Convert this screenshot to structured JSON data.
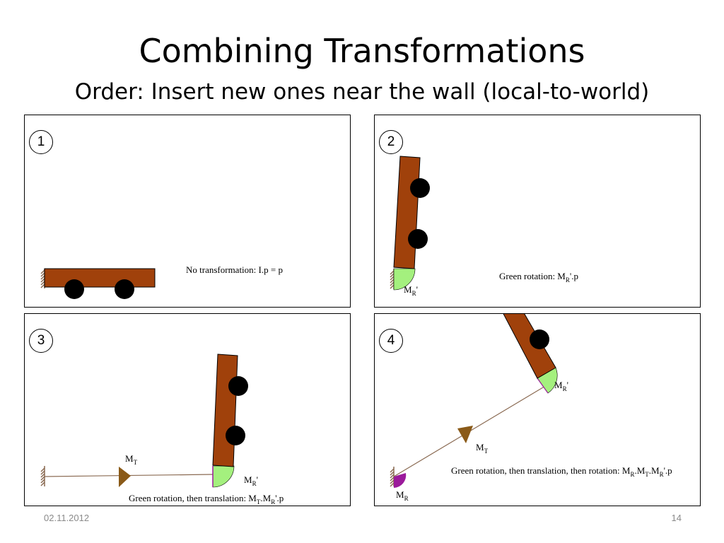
{
  "slide": {
    "title": "Combining Transformations",
    "subtitle": "Order: Insert new ones near the wall (local-to-world)",
    "date": "02.11.2012",
    "page_number": "14"
  },
  "colors": {
    "cart": "#a0410b",
    "wheel": "#000000",
    "green_rotation": "#a4f07e",
    "purple_rotation": "#9b1a9b",
    "translation": "#8a5a18",
    "wall": "#8a6a52"
  },
  "panels": [
    {
      "number": "1",
      "caption": "No transformation: I.p = p"
    },
    {
      "number": "2",
      "caption_pre": "Green rotation: M",
      "caption_sub": "R",
      "caption_post": "'.p",
      "label_mr_main": "M",
      "label_mr_sub": "R",
      "label_mr_prime": "'"
    },
    {
      "number": "3",
      "caption_pre": "Green rotation, then translation: M",
      "caption_sub1": "T",
      "caption_mid": ".M",
      "caption_sub2": "R",
      "caption_post": "'.p",
      "label_mt_main": "M",
      "label_mt_sub": "T",
      "label_mr_main": "M",
      "label_mr_sub": "R",
      "label_mr_prime": "'"
    },
    {
      "number": "4",
      "caption_pre": "Green rotation, then translation, then rotation: M",
      "caption_sub1": "R",
      "caption_mid1": ".M",
      "caption_sub2": "T",
      "caption_mid2": ".M",
      "caption_sub3": "R",
      "caption_post": "'.p",
      "label_mr2_main": "M",
      "label_mr2_sub": "R",
      "label_mr2_prime": "'",
      "label_mt_main": "M",
      "label_mt_sub": "T",
      "label_mr_main": "M",
      "label_mr_sub": "R"
    }
  ]
}
